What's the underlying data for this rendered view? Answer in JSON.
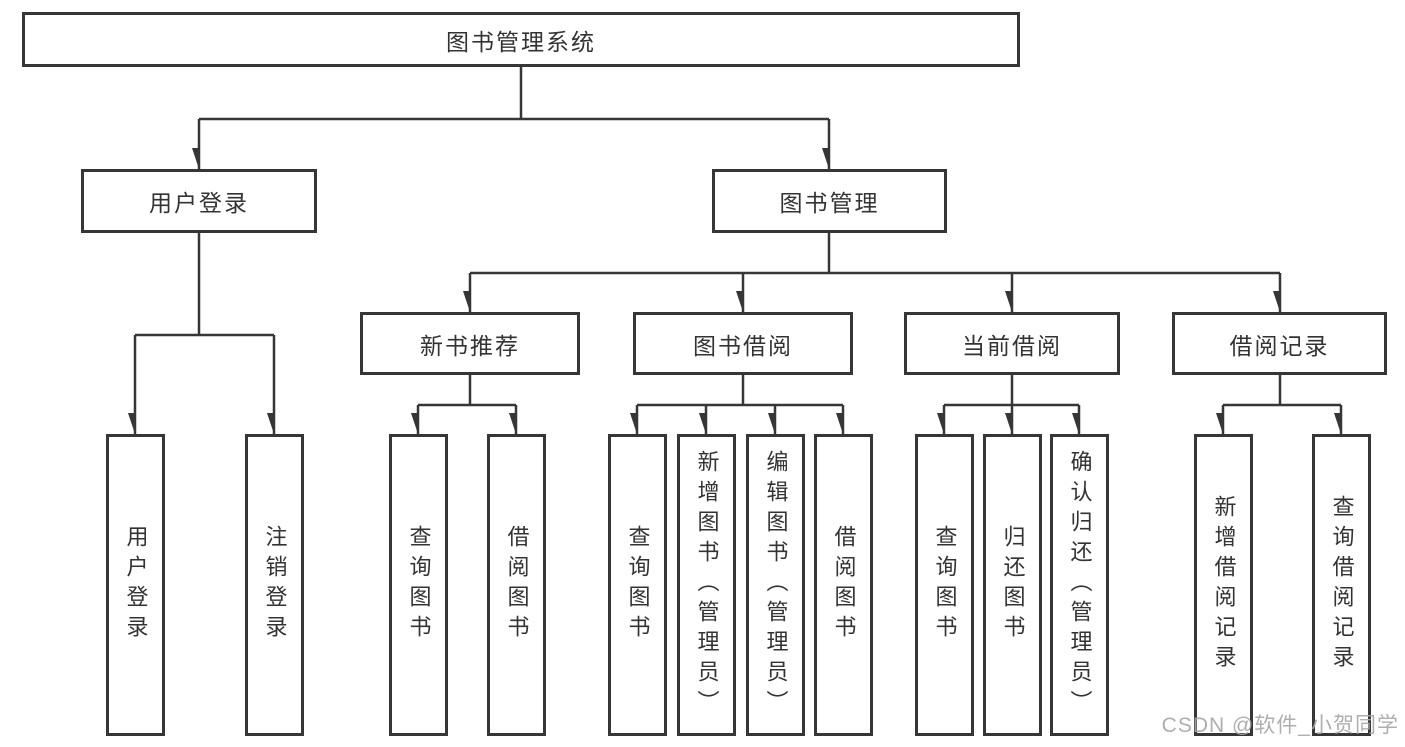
{
  "diagram": {
    "root": {
      "label": "图书管理系统"
    },
    "level2": [
      {
        "id": "user-login",
        "label": "用户登录"
      },
      {
        "id": "book-management",
        "label": "图书管理"
      }
    ],
    "level3": [
      {
        "id": "new-book-recommend",
        "parent": "book-management",
        "label": "新书推荐"
      },
      {
        "id": "book-borrowing",
        "parent": "book-management",
        "label": "图书借阅"
      },
      {
        "id": "current-borrowing",
        "parent": "book-management",
        "label": "当前借阅"
      },
      {
        "id": "borrowing-records",
        "parent": "book-management",
        "label": "借阅记录"
      }
    ],
    "leaves": [
      {
        "parent": "user-login",
        "label": "用户登录"
      },
      {
        "parent": "user-login",
        "label": "注销登录"
      },
      {
        "parent": "new-book-recommend",
        "label": "查询图书"
      },
      {
        "parent": "new-book-recommend",
        "label": "借阅图书"
      },
      {
        "parent": "book-borrowing",
        "label": "查询图书"
      },
      {
        "parent": "book-borrowing",
        "label": "新增图书（管理员）"
      },
      {
        "parent": "book-borrowing",
        "label": "编辑图书（管理员）"
      },
      {
        "parent": "book-borrowing",
        "label": "借阅图书"
      },
      {
        "parent": "current-borrowing",
        "label": "查询图书"
      },
      {
        "parent": "current-borrowing",
        "label": "归还图书"
      },
      {
        "parent": "current-borrowing",
        "label": "确认归还（管理员）"
      },
      {
        "parent": "borrowing-records",
        "label": "新增借阅记录"
      },
      {
        "parent": "borrowing-records",
        "label": "查询借阅记录"
      }
    ]
  },
  "watermark": {
    "text": "CSDN @软件_小贺同学"
  },
  "colors": {
    "line": "#363636",
    "box_border": "#363636",
    "text": "#333333",
    "watermark": "#a6a6a6",
    "background": "#ffffff"
  }
}
